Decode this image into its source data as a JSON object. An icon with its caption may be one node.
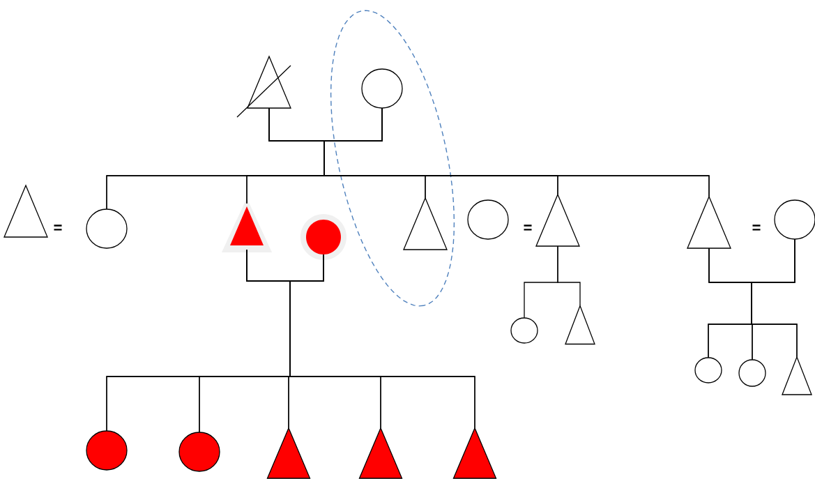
{
  "diagram": {
    "nodes": [
      {
        "text": [],
        "shape": "triangle"
      },
      {
        "text": [],
        "shape": "circle"
      },
      {
        "text": [],
        "shape": "triangle"
      },
      {
        "text": [],
        "shape": "circle"
      },
      {
        "text": [],
        "shape": "triangle"
      },
      {
        "text": [],
        "shape": "circle"
      },
      {
        "text": [],
        "shape": "triangle"
      },
      {
        "text": [],
        "shape": "circle"
      },
      {
        "text": [],
        "shape": "triangle"
      },
      {
        "text": [],
        "shape": "triangle"
      },
      {
        "text": [],
        "shape": "circle"
      },
      {
        "text": [],
        "shape": "circle"
      },
      {
        "text": [],
        "shape": "triangle"
      },
      {
        "text": [],
        "shape": "circle"
      },
      {
        "text": [],
        "shape": "circle"
      },
      {
        "text": [],
        "shape": "triangle"
      },
      {
        "text": [],
        "shape": "circle"
      },
      {
        "text": [],
        "shape": "circle"
      },
      {
        "text": [],
        "shape": "triangle"
      },
      {
        "text": [],
        "shape": "triangle"
      },
      {
        "text": [],
        "shape": "triangle"
      }
    ],
    "edges": [
      {
        "from": 0,
        "to": 3,
        "arrow": "none"
      },
      {
        "from": 0,
        "to": 4,
        "arrow": "none"
      },
      {
        "from": 0,
        "to": 6,
        "arrow": "none"
      },
      {
        "from": 0,
        "to": 8,
        "arrow": "none"
      },
      {
        "from": 0,
        "to": 9,
        "arrow": "none"
      },
      {
        "from": 1,
        "to": 3,
        "arrow": "none"
      },
      {
        "from": 1,
        "to": 4,
        "arrow": "none"
      },
      {
        "from": 1,
        "to": 6,
        "arrow": "none"
      },
      {
        "from": 1,
        "to": 8,
        "arrow": "none"
      },
      {
        "from": 1,
        "to": 9,
        "arrow": "none"
      },
      {
        "from": 4,
        "to": 16,
        "arrow": "none"
      },
      {
        "from": 4,
        "to": 17,
        "arrow": "none"
      },
      {
        "from": 4,
        "to": 18,
        "arrow": "none"
      },
      {
        "from": 4,
        "to": 19,
        "arrow": "none"
      },
      {
        "from": 4,
        "to": 20,
        "arrow": "none"
      },
      {
        "from": 5,
        "to": 16,
        "arrow": "none"
      },
      {
        "from": 5,
        "to": 17,
        "arrow": "none"
      },
      {
        "from": 5,
        "to": 18,
        "arrow": "none"
      },
      {
        "from": 5,
        "to": 19,
        "arrow": "none"
      },
      {
        "from": 5,
        "to": 20,
        "arrow": "none"
      },
      {
        "from": 8,
        "to": 11,
        "arrow": "none"
      },
      {
        "from": 8,
        "to": 12,
        "arrow": "none"
      },
      {
        "from": 9,
        "to": 13,
        "arrow": "none"
      },
      {
        "from": 9,
        "to": 14,
        "arrow": "none"
      },
      {
        "from": 9,
        "to": 15,
        "arrow": "none"
      },
      {
        "from": 10,
        "to": 13,
        "arrow": "none"
      },
      {
        "from": 10,
        "to": 14,
        "arrow": "none"
      },
      {
        "from": 10,
        "to": 15,
        "arrow": "none"
      }
    ],
    "labels": [
      "=",
      "=",
      "="
    ]
  }
}
